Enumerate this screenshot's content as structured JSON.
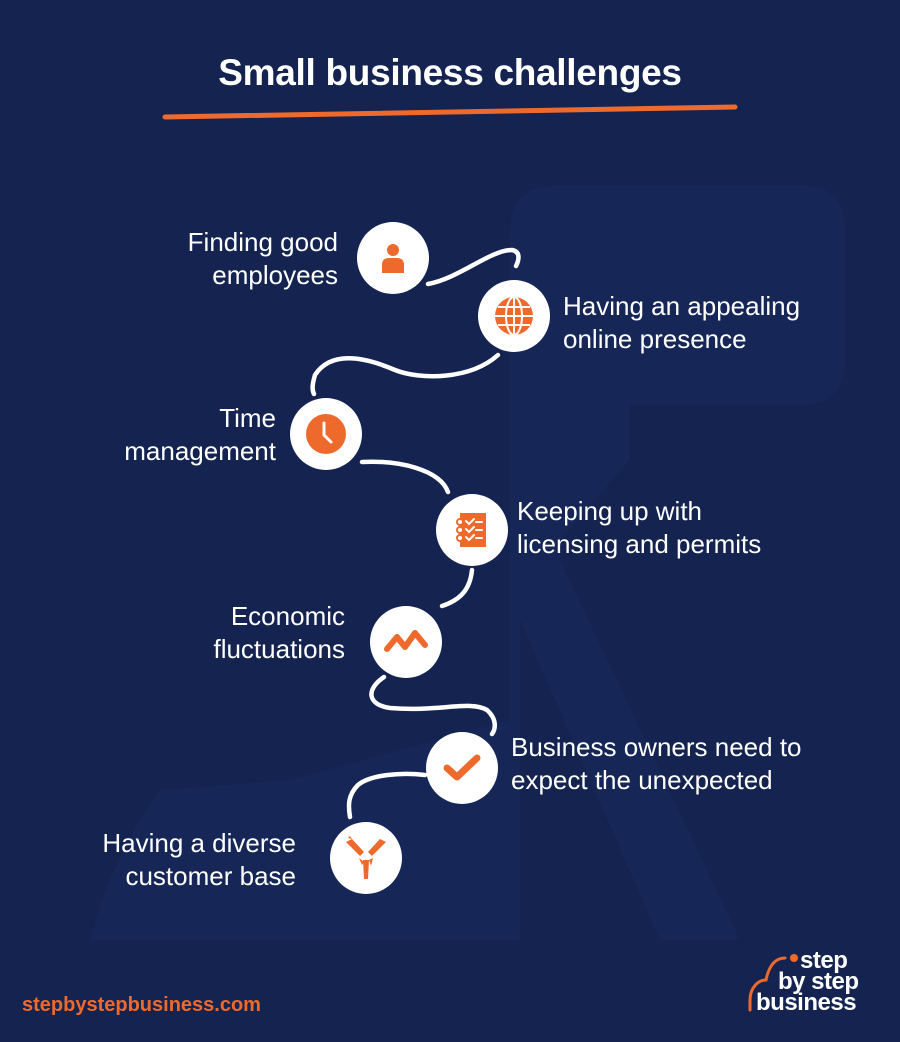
{
  "title": "Small business challenges",
  "colors": {
    "background": "#14234f",
    "accent": "#ee6a2c",
    "text": "#ffffff",
    "node_fill": "#ffffff"
  },
  "steps": [
    {
      "lines": [
        "Finding good",
        "employees"
      ],
      "icon": "person-icon",
      "side": "left"
    },
    {
      "lines": [
        "Having an appealing",
        "online presence"
      ],
      "icon": "globe-icon",
      "side": "right"
    },
    {
      "lines": [
        "Time",
        "management"
      ],
      "icon": "clock-icon",
      "side": "left"
    },
    {
      "lines": [
        "Keeping up with",
        "licensing and permits"
      ],
      "icon": "checklist-icon",
      "side": "right"
    },
    {
      "lines": [
        "Economic",
        "fluctuations"
      ],
      "icon": "zigzag-trend-icon",
      "side": "left"
    },
    {
      "lines": [
        "Business owners need to",
        "expect the unexpected"
      ],
      "icon": "checkmark-icon",
      "side": "right"
    },
    {
      "lines": [
        "Having a diverse",
        "customer base"
      ],
      "icon": "hands-together-icon",
      "side": "left"
    }
  ],
  "footer": {
    "url": "stepbystepbusiness.com",
    "logo": [
      "step",
      "by step",
      "business"
    ]
  }
}
